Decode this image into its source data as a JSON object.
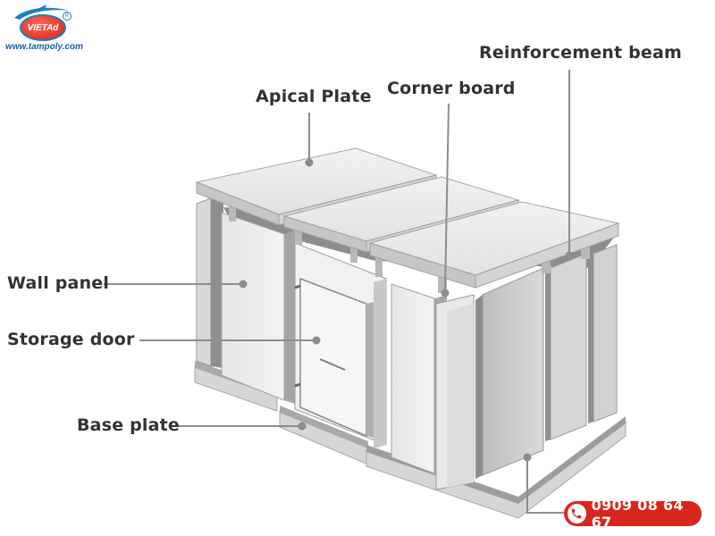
{
  "logo": {
    "brand": "VIETAd",
    "url": "www.tampoly.com",
    "registered_mark": "R"
  },
  "labels": {
    "apical_plate": "Apical Plate",
    "corner_board": "Corner board",
    "reinforcement_beam": "Reinforcement beam",
    "wall_panel": "Wall panel",
    "storage_door": "Storage door",
    "base_plate": "Base plate"
  },
  "contact": {
    "phone": "0909 08 64 67",
    "icon": "phone-icon"
  },
  "colors": {
    "label_text": "#2f3236",
    "leader_line": "#8a8d91",
    "panel_light": "#ededed",
    "panel_mid": "#d4d4d4",
    "panel_dark": "#9c9c9c",
    "phone_badge": "#d9261c",
    "logo_red": "#d71f12",
    "logo_blue": "#1c5fa8"
  }
}
